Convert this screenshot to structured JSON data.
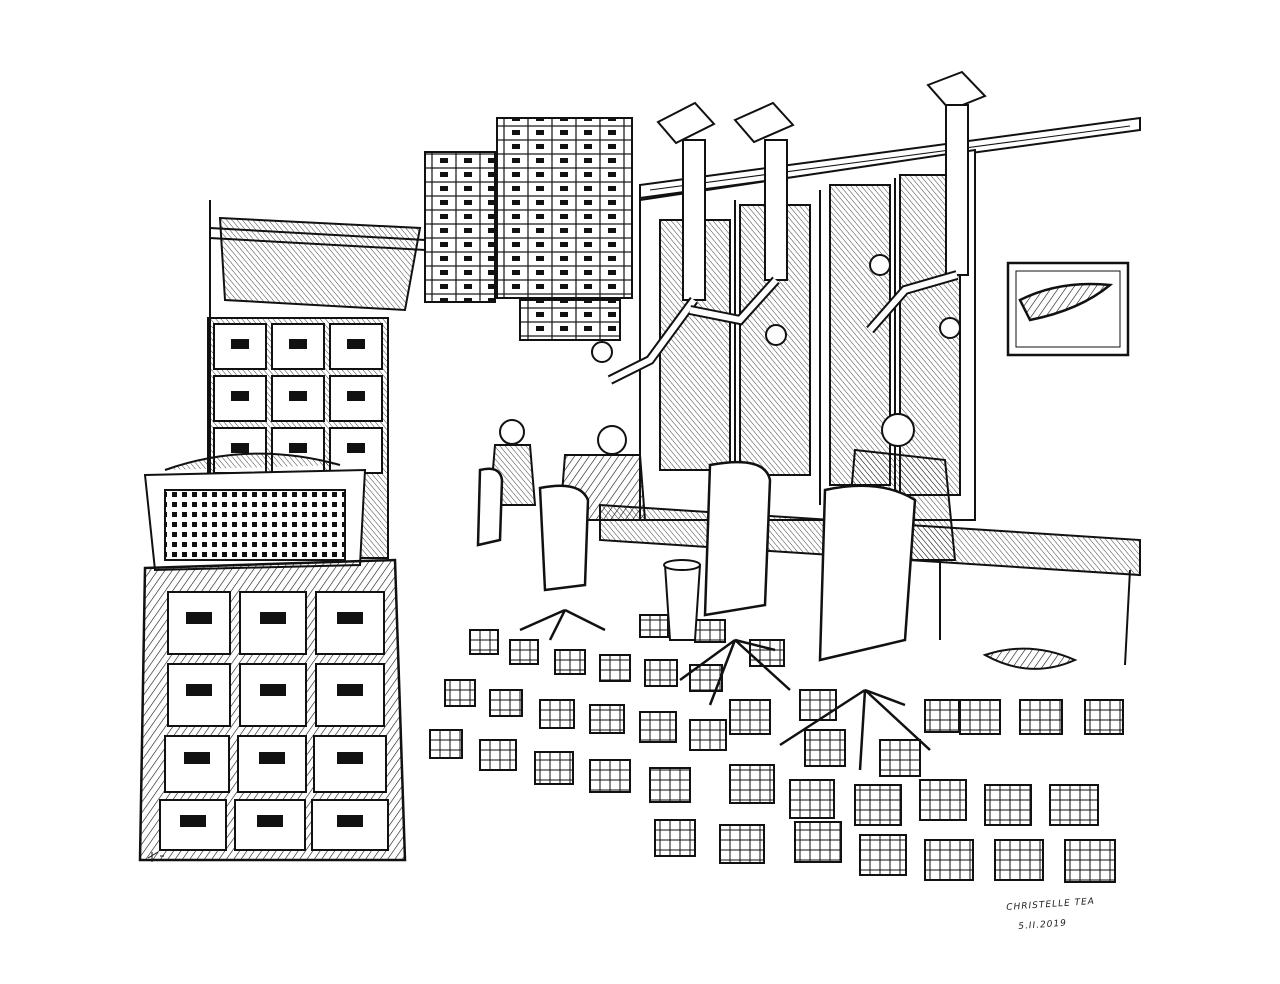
{
  "artwork": {
    "style": "black ink line drawing on white",
    "background_color": "#ffffff",
    "ink_color": "#111111"
  },
  "signature": {
    "name": "CHRISTELLE TEA",
    "date": "5.II.2019"
  }
}
